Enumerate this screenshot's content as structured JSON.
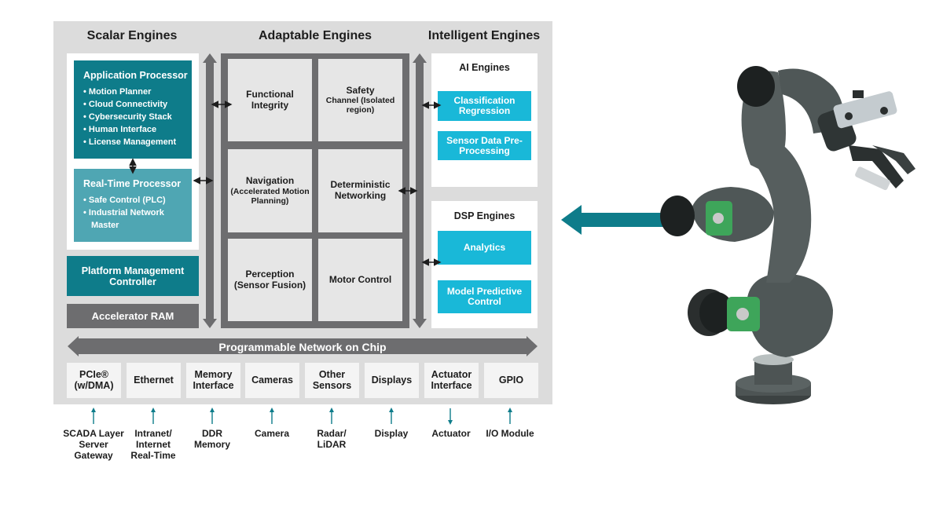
{
  "columns": {
    "scalar": "Scalar Engines",
    "adaptable": "Adaptable Engines",
    "intelligent": "Intelligent Engines"
  },
  "scalar": {
    "app_processor": {
      "title": "Application Processor",
      "items": [
        "Motion Planner",
        "Cloud Connectivity",
        "Cybersecurity Stack",
        "Human Interface",
        "License Management"
      ]
    },
    "rt_processor": {
      "title": "Real-Time Processor",
      "items": [
        "Safe Control (PLC)",
        "Industrial Network",
        "Master"
      ]
    },
    "platform_mgmt": "Platform Management Controller",
    "accel_ram": "Accelerator RAM"
  },
  "adaptable": {
    "cells": [
      {
        "title": "Functional Integrity",
        "sub": ""
      },
      {
        "title": "Safety",
        "sub": "Channel (Isolated region)"
      },
      {
        "title": "Navigation",
        "sub": "(Accelerated Motion Planning)"
      },
      {
        "title": "Deterministic Networking",
        "sub": ""
      },
      {
        "title": "Perception (Sensor Fusion)",
        "sub": ""
      },
      {
        "title": "Motor Control",
        "sub": ""
      }
    ]
  },
  "intelligent": {
    "ai": {
      "title": "AI Engines",
      "items": [
        "Classification Regression",
        "Sensor Data Pre-Processing"
      ]
    },
    "dsp": {
      "title": "DSP Engines",
      "items": [
        "Analytics",
        "Model Predictive Control"
      ]
    }
  },
  "noc": "Programmable Network on Chip",
  "interfaces": [
    "PCIe® (w/DMA)",
    "Ethernet",
    "Memory Interface",
    "Cameras",
    "Other Sensors",
    "Displays",
    "Actuator Interface",
    "GPIO"
  ],
  "external": [
    "SCADA Layer Server Gateway",
    "Intranet/ Internet Real-Time",
    "DDR Memory",
    "Camera",
    "Radar/ LiDAR",
    "Display",
    "Actuator",
    "I/O Module"
  ],
  "colors": {
    "panel": "#dcdcdc",
    "teal_dark": "#0e7c8a",
    "teal_mid": "#4fa6b3",
    "cyan": "#19b8d8",
    "grey": "#6d6d6f",
    "robot": "#4d5454"
  }
}
